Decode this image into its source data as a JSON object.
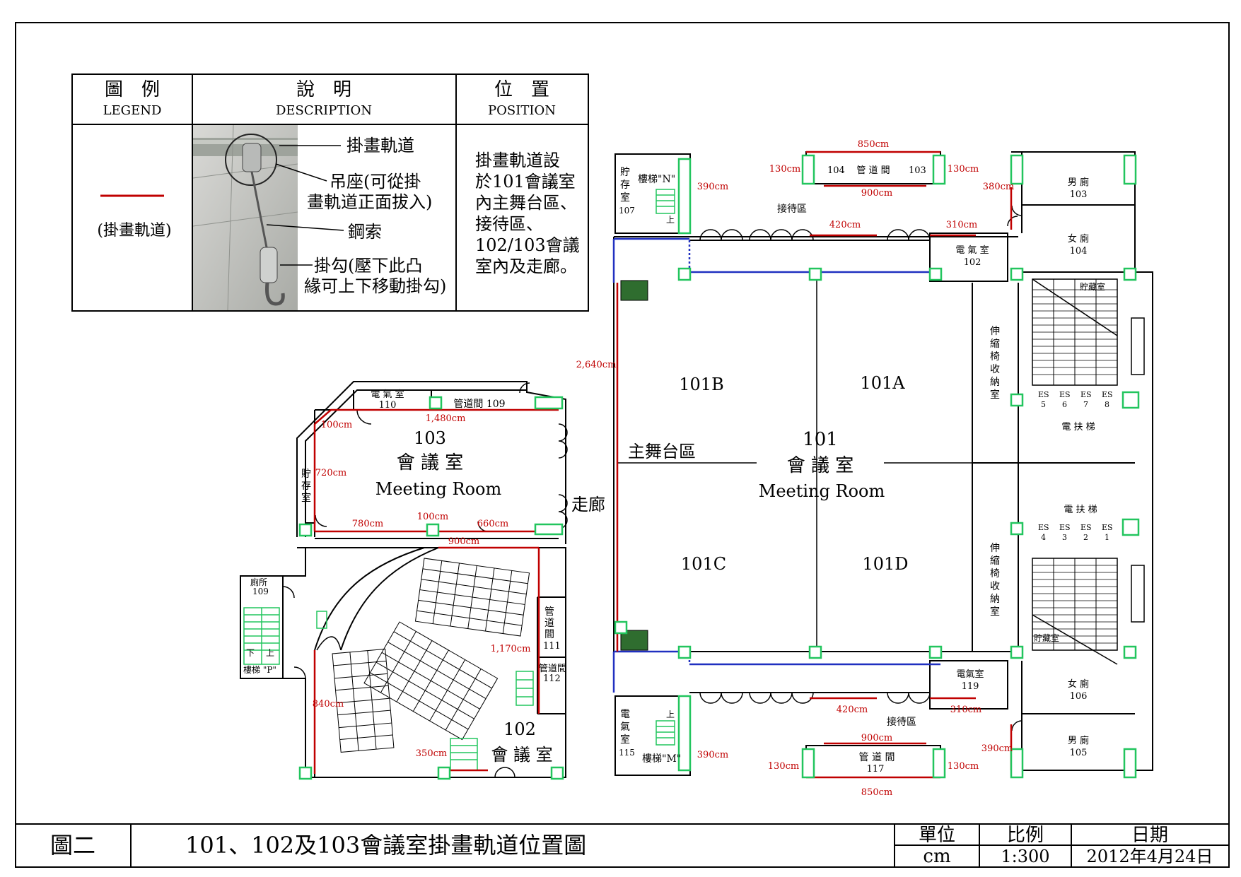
{
  "legend": {
    "header": {
      "legend_cn": "圖　例",
      "legend_en": "LEGEND",
      "desc_cn": "說　明",
      "desc_en": "DESCRIPTION",
      "pos_cn": "位　置",
      "pos_en": "POSITION"
    },
    "track_label": "(掛畫軌道)",
    "photo_labels": {
      "track": "掛畫軌道",
      "hanger_1": "吊座(可從掛",
      "hanger_2": "畫軌道正面拔入)",
      "cable": "鋼索",
      "hook_1": "掛勾(壓下此凸",
      "hook_2": "緣可上下移動掛勾)"
    },
    "position_lines": [
      "掛畫軌道設",
      "於101會議室",
      "內主舞台區、",
      "接待區、",
      "102/103會議",
      "室內及走廊。"
    ],
    "track_color": "#c00000"
  },
  "room103": {
    "number": "103",
    "name_cn": "會 議 室",
    "name_en": "Meeting Room",
    "elec": "電 氣 室",
    "elec_no": "110",
    "pipe": "管道間 109",
    "storage": [
      "貯",
      "存",
      "室"
    ],
    "corridor": "走廊",
    "dims": {
      "top": "1,480cm",
      "corner": "100cm",
      "left": "720cm",
      "b1": "780cm",
      "b2": "100cm",
      "b3": "660cm"
    }
  },
  "room102": {
    "number": "102",
    "name_cn": "會 議 室",
    "dims": {
      "top": "900cm",
      "right": "1,170cm",
      "left": "840cm",
      "bottom": "350cm"
    },
    "wc": "廁所",
    "wc_no": "109",
    "stair": "樓梯 \"P\"",
    "pipe111": [
      "管",
      "道",
      "間"
    ],
    "pipe111_no": "111",
    "pipe112": "管道間",
    "pipe112_no": "112",
    "down": "下",
    "up": "上"
  },
  "room101": {
    "number": "101",
    "name_cn": "會 議 室",
    "name_en": "Meeting Room",
    "sections": {
      "a": "101A",
      "b": "101B",
      "c": "101C",
      "d": "101D"
    },
    "stage": "主舞台區",
    "stage_dim": "2,640cm",
    "reception_top": "接待區",
    "reception_bottom": "接待區",
    "stair_n": "樓梯\"N\"",
    "stair_m": "樓梯\"M\"",
    "storage107": [
      "貯",
      "存",
      "室"
    ],
    "storage107_no": "107",
    "elec115": [
      "電",
      "氣",
      "室"
    ],
    "elec115_no": "115",
    "pipe_top_left": "104",
    "pipe_top_mid": "管 道 間",
    "pipe_top_right": "103",
    "pipe_bottom": "管 道 間",
    "pipe_bottom_no": "117",
    "elec102": "電 氣 室",
    "elec102_no": "102",
    "elec119": "電氣室",
    "elec119_no": "119",
    "chair_storage": [
      "伸",
      "縮",
      "椅",
      "收",
      "納",
      "室"
    ],
    "men103": "男 廁",
    "men103_no": "103",
    "women104": "女 廁",
    "women104_no": "104",
    "women106": "女 廁",
    "women106_no": "106",
    "men105": "男 廁",
    "men105_no": "105",
    "storage_top": "貯藏室",
    "storage_bottom": "貯藏室",
    "escalator_top": "電 扶 梯",
    "escalator_bottom": "電 扶 梯",
    "es": "ES",
    "es_top": [
      "5",
      "6",
      "7",
      "8"
    ],
    "es_bottom": [
      "4",
      "3",
      "2",
      "1"
    ],
    "up": "上",
    "dims": {
      "top850": "850cm",
      "top900": "900cm",
      "top130l": "130cm",
      "top130r": "130cm",
      "top390": "390cm",
      "top380": "380cm",
      "top420": "420cm",
      "top310": "310cm",
      "bot850": "850cm",
      "bot900": "900cm",
      "bot130l": "130cm",
      "bot130r": "130cm",
      "bot390": "390cm",
      "bot390r": "390cm",
      "bot420": "420cm",
      "bot310": "310cm"
    }
  },
  "footer": {
    "fig": "圖二",
    "title": "101、102及103會議室掛畫軌道位置圖",
    "unit_label": "單位",
    "unit": "cm",
    "scale_label": "比例",
    "scale": "1:300",
    "date_label": "日期",
    "date": "2012年4月24日"
  }
}
